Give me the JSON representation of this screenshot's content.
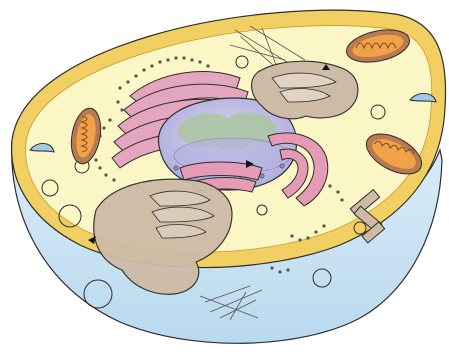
{
  "figure": {
    "subject": "cell",
    "labels": []
  },
  "colors": {
    "cytoplasm": "#fbf6c6",
    "membrane": "#e6b43a",
    "lower_body": "#cfe6f5",
    "nucleus": "#c9c6ea",
    "nucleolus": "#a9c6a0",
    "rough_er": "#e4a6bf",
    "ribosome": "#565656",
    "golgi": "#cdbba6",
    "mitochondria_outer": "#b87a4e",
    "mitochondria_inner": "#f0a24a",
    "outline": "#2d2d2d"
  },
  "icons": [
    "cell-membrane",
    "nucleus",
    "nucleolus",
    "rough-endoplasmic-reticulum",
    "golgi-apparatus",
    "mitochondrion",
    "centriole",
    "vesicle",
    "cytoskeleton-fiber",
    "ribosome"
  ]
}
